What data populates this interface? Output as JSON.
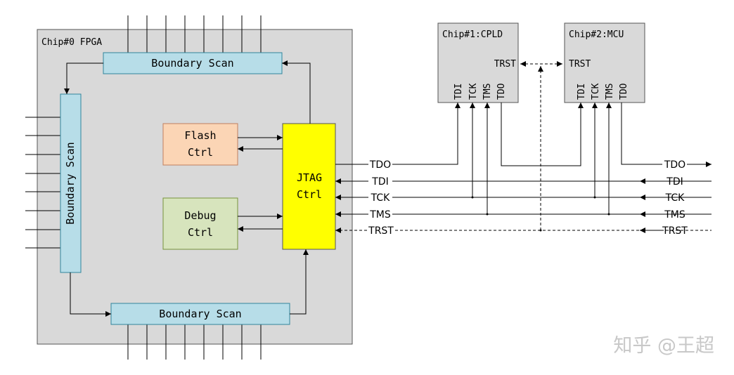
{
  "chips": {
    "fpga": {
      "label": "Chip#0 FPGA"
    },
    "cpld": {
      "label": "Chip#1:CPLD",
      "trst": "TRST",
      "pins": [
        "TDI",
        "TCK",
        "TMS",
        "TDO"
      ]
    },
    "mcu": {
      "label": "Chip#2:MCU",
      "trst": "TRST",
      "pins": [
        "TDI",
        "TCK",
        "TMS",
        "TDO"
      ]
    }
  },
  "blocks": {
    "boundary_top": "Boundary Scan",
    "boundary_left": "Boundary Scan",
    "boundary_bottom": "Boundary Scan",
    "flash": [
      "Flash",
      "Ctrl"
    ],
    "debug": [
      "Debug",
      "Ctrl"
    ],
    "jtag": [
      "JTAG",
      "Ctrl"
    ]
  },
  "signals": {
    "left": [
      "TDO",
      "TDI",
      "TCK",
      "TMS",
      "TRST"
    ],
    "right": [
      "TDO",
      "TDI",
      "TCK",
      "TMS",
      "TRST"
    ]
  },
  "watermark": "知乎 @王超",
  "colors": {
    "chip_fill": "#d9d9d9",
    "boundary_fill": "#b7dde8",
    "flash_fill": "#fbd5b5",
    "debug_fill": "#d7e4bd",
    "jtag_fill": "#ffff00"
  }
}
